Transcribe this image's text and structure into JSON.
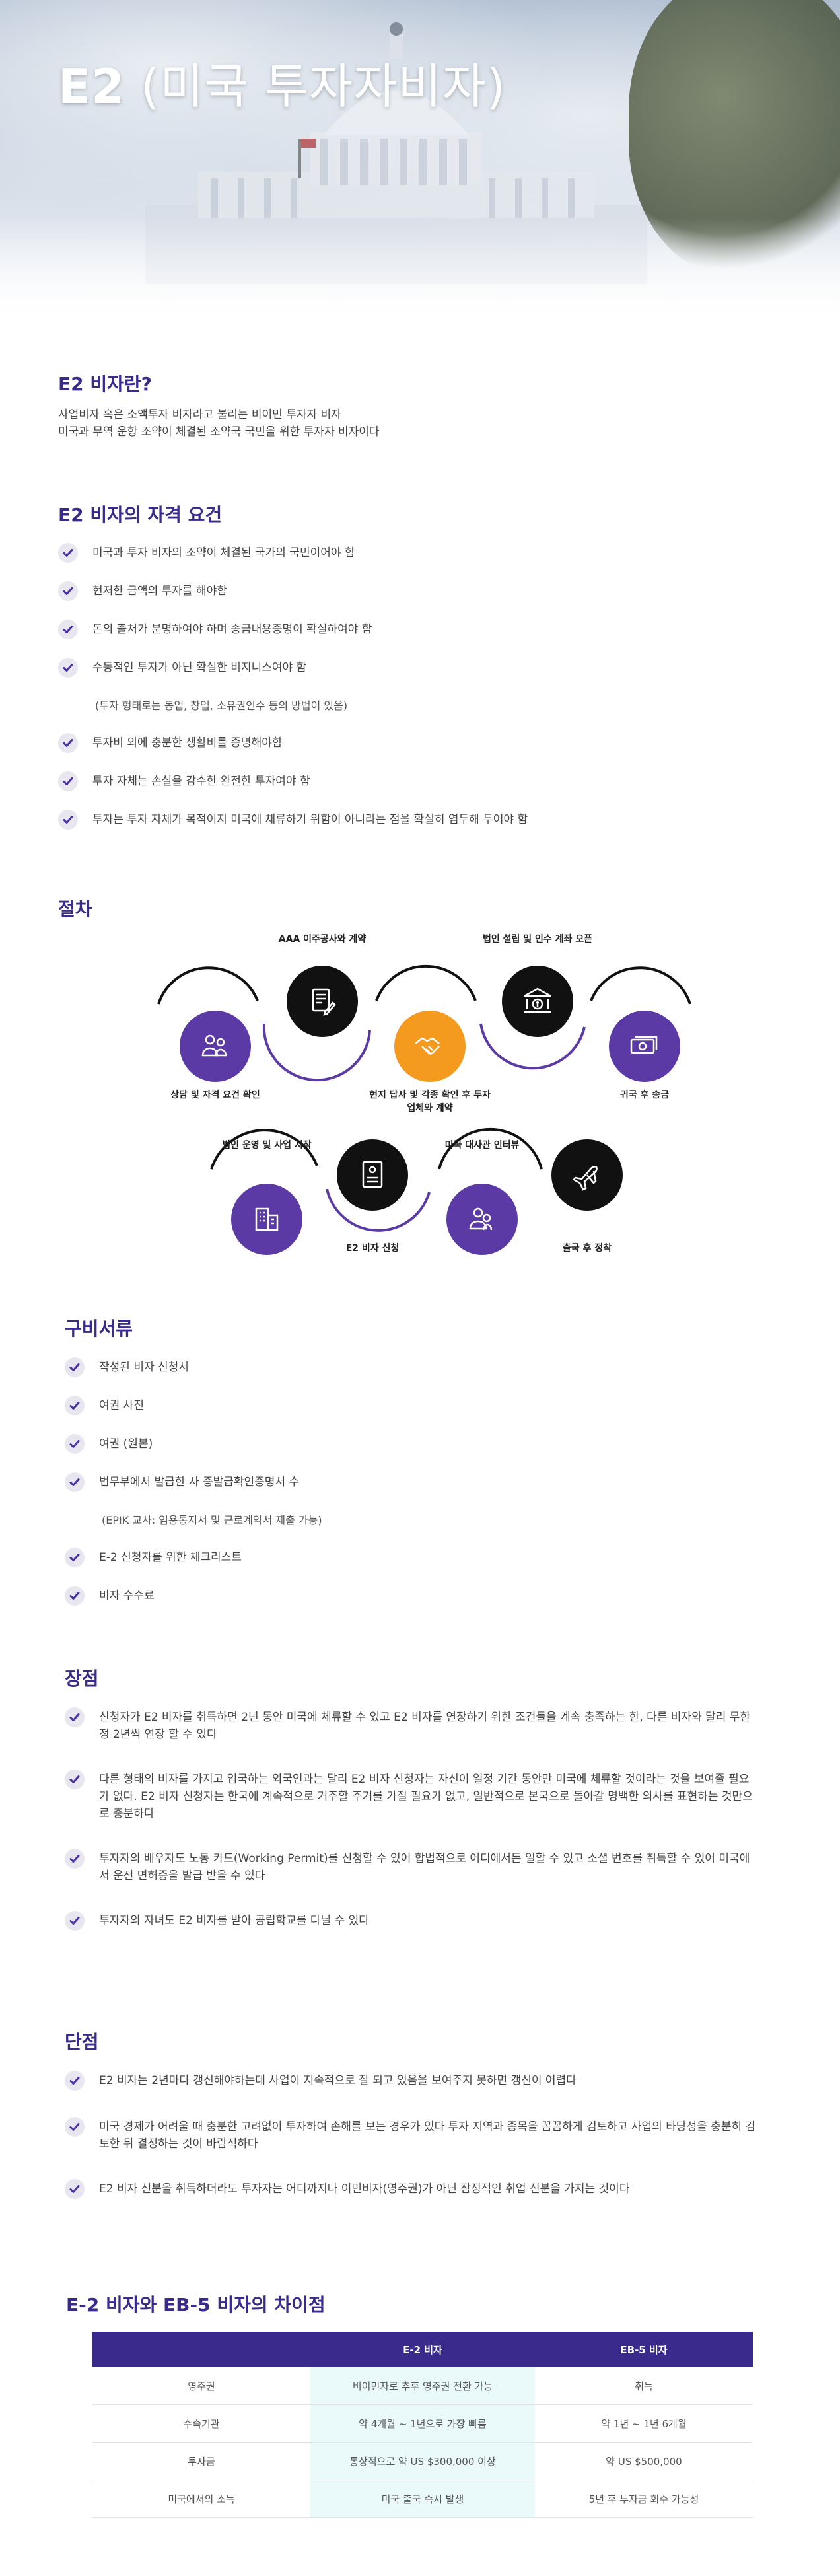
{
  "hero": {
    "title_main": "E2",
    "title_sub": "(미국 투자자비자)"
  },
  "intro": {
    "title": "E2 비자란?",
    "lines": [
      "사업비자 혹은 소액투자 비자라고 불리는 비이민 투자자 비자",
      "미국과 무역 운항 조약이 체결된 조약국 국민을 위한 투자자 비자이다"
    ]
  },
  "requirements": {
    "title": "E2 비자의 자격 요건",
    "items": [
      {
        "text": "미국과 투자 비자의 조약이 체결된 국가의 국민이어야 함",
        "check": true
      },
      {
        "text": "현저한 금액의 투자를 해야함",
        "check": true
      },
      {
        "text": "돈의 출처가 분명하여야 하며 송금내용증명이 확실하여야 함",
        "check": true
      },
      {
        "text": "수동적인 투자가 아닌 확실한 비지니스여야 함",
        "check": true
      },
      {
        "text": "(투자 형태로는 동업, 창업, 소유권인수 등의 방법이 있음)",
        "check": false
      },
      {
        "text": "투자비 외에 충분한 생활비를 증명해야함",
        "check": true
      },
      {
        "text": "투자 자체는 손실을 감수한 완전한 투자여야 함",
        "check": true
      },
      {
        "text": "투자는 투자 자체가 목적이지 미국에 체류하기 위함이 아니라는 점을 확실히 염두해 두어야 함",
        "check": true
      }
    ]
  },
  "process": {
    "title": "절차",
    "steps": [
      {
        "label": "상담 및 자격 요건 확인",
        "icon": "consult-icon"
      },
      {
        "label": "AAA 이주공사와 계약",
        "icon": "contract-icon"
      },
      {
        "label": "현지 답사 및 각종 확인 후 투자 업체와 계약",
        "icon": "handshake-icon"
      },
      {
        "label": "법인 설립 및 인수 계좌 오픈",
        "icon": "bank-icon"
      },
      {
        "label": "귀국 후 송금",
        "icon": "money-icon"
      },
      {
        "label": "법인 운영 및 사업 시작",
        "icon": "building-icon"
      },
      {
        "label": "E2 비자 신청",
        "icon": "document-icon"
      },
      {
        "label": "미국 대사관 인터뷰",
        "icon": "interview-icon"
      },
      {
        "label": "출국 후 정착",
        "icon": "airplane-icon"
      }
    ]
  },
  "documents": {
    "title": "구비서류",
    "items": [
      {
        "text": "작성된 비자 신청서",
        "check": true
      },
      {
        "text": "여권 사진",
        "check": true
      },
      {
        "text": "여권 (원본)",
        "check": true
      },
      {
        "text": "법무부에서 발급한 사 증발급확인증명서 수",
        "check": true
      },
      {
        "text": "(EPIK 교사: 임용통지서 및 근로계약서 제출 가능)",
        "check": false
      },
      {
        "text": "E-2 신청자를 위한 체크리스트",
        "check": true
      },
      {
        "text": "비자 수수료",
        "check": true
      }
    ]
  },
  "pros": {
    "title": "장점",
    "items": [
      "신청자가 E2 비자를 취득하면 2년 동안 미국에 체류할 수 있고 E2 비자를 연장하기 위한 조건들을 계속 충족하는 한, 다른 비자와 달리 무한정 2년씩 연장 할 수 있다",
      "다른 형태의 비자를 가지고 입국하는 외국인과는 달리 E2 비자 신청자는 자신이 일정 기간 동안만 미국에 체류할 것이라는 것을 보여줄 필요가 없다. E2 비자 신청자는 한국에 계속적으로 거주할 주거를 가질 필요가 없고, 일반적으로 본국으로 돌아갈 명백한 의사를 표현하는 것만으로 충분하다",
      "투자자의 배우자도 노동 카드(Working Permit)를 신청할 수 있어 합법적으로 어디에서든 일할 수 있고 소셜 번호를 취득할 수 있어 미국에서 운전 면허증을 발급 받을 수 있다",
      "투자자의 자녀도 E2 비자를 받아 공립학교를 다닐 수 있다"
    ]
  },
  "cons": {
    "title": "단점",
    "items": [
      "E2 비자는 2년마다 갱신해야하는데 사업이 지속적으로 잘 되고 있음을 보여주지 못하면 갱신이 어렵다",
      "미국 경제가 어려울 때 충분한 고려없이 투자하여 손해를 보는 경우가 있다 투자 지역과 종목을 꼼꼼하게 검토하고 사업의 타당성을 충분히 검토한 뒤 결정하는 것이 바람직하다",
      "E2 비자 신분을 취득하더라도 투자자는 어디까지나 이민비자(영주권)가 아닌 잠정적인 취업 신분을 가지는 것이다"
    ]
  },
  "comparison": {
    "title": "E-2 비자와 EB-5 비자의 차이점",
    "headers": [
      "",
      "E-2 비자",
      "EB-5 비자"
    ],
    "rows": [
      [
        "영주권",
        "비이민자로 추후 영주권 전환 가능",
        "취득"
      ],
      [
        "수속기관",
        "약 4개월 ~ 1년으로 가장 빠름",
        "약 1년 ~ 1년 6개월"
      ],
      [
        "투자금",
        "통상적으로 약 US $300,000 이상",
        "약 US $500,000"
      ],
      [
        "미국에서의 소득",
        "미국 출국 즉시 발생",
        "5년 후 투자금 회수 가능성"
      ]
    ]
  },
  "colors": {
    "primary": "#3a2a8c",
    "purple": "#5b3aa6",
    "orange": "#f39a1f",
    "black": "#111111",
    "highlight": "#eaf9fa"
  }
}
